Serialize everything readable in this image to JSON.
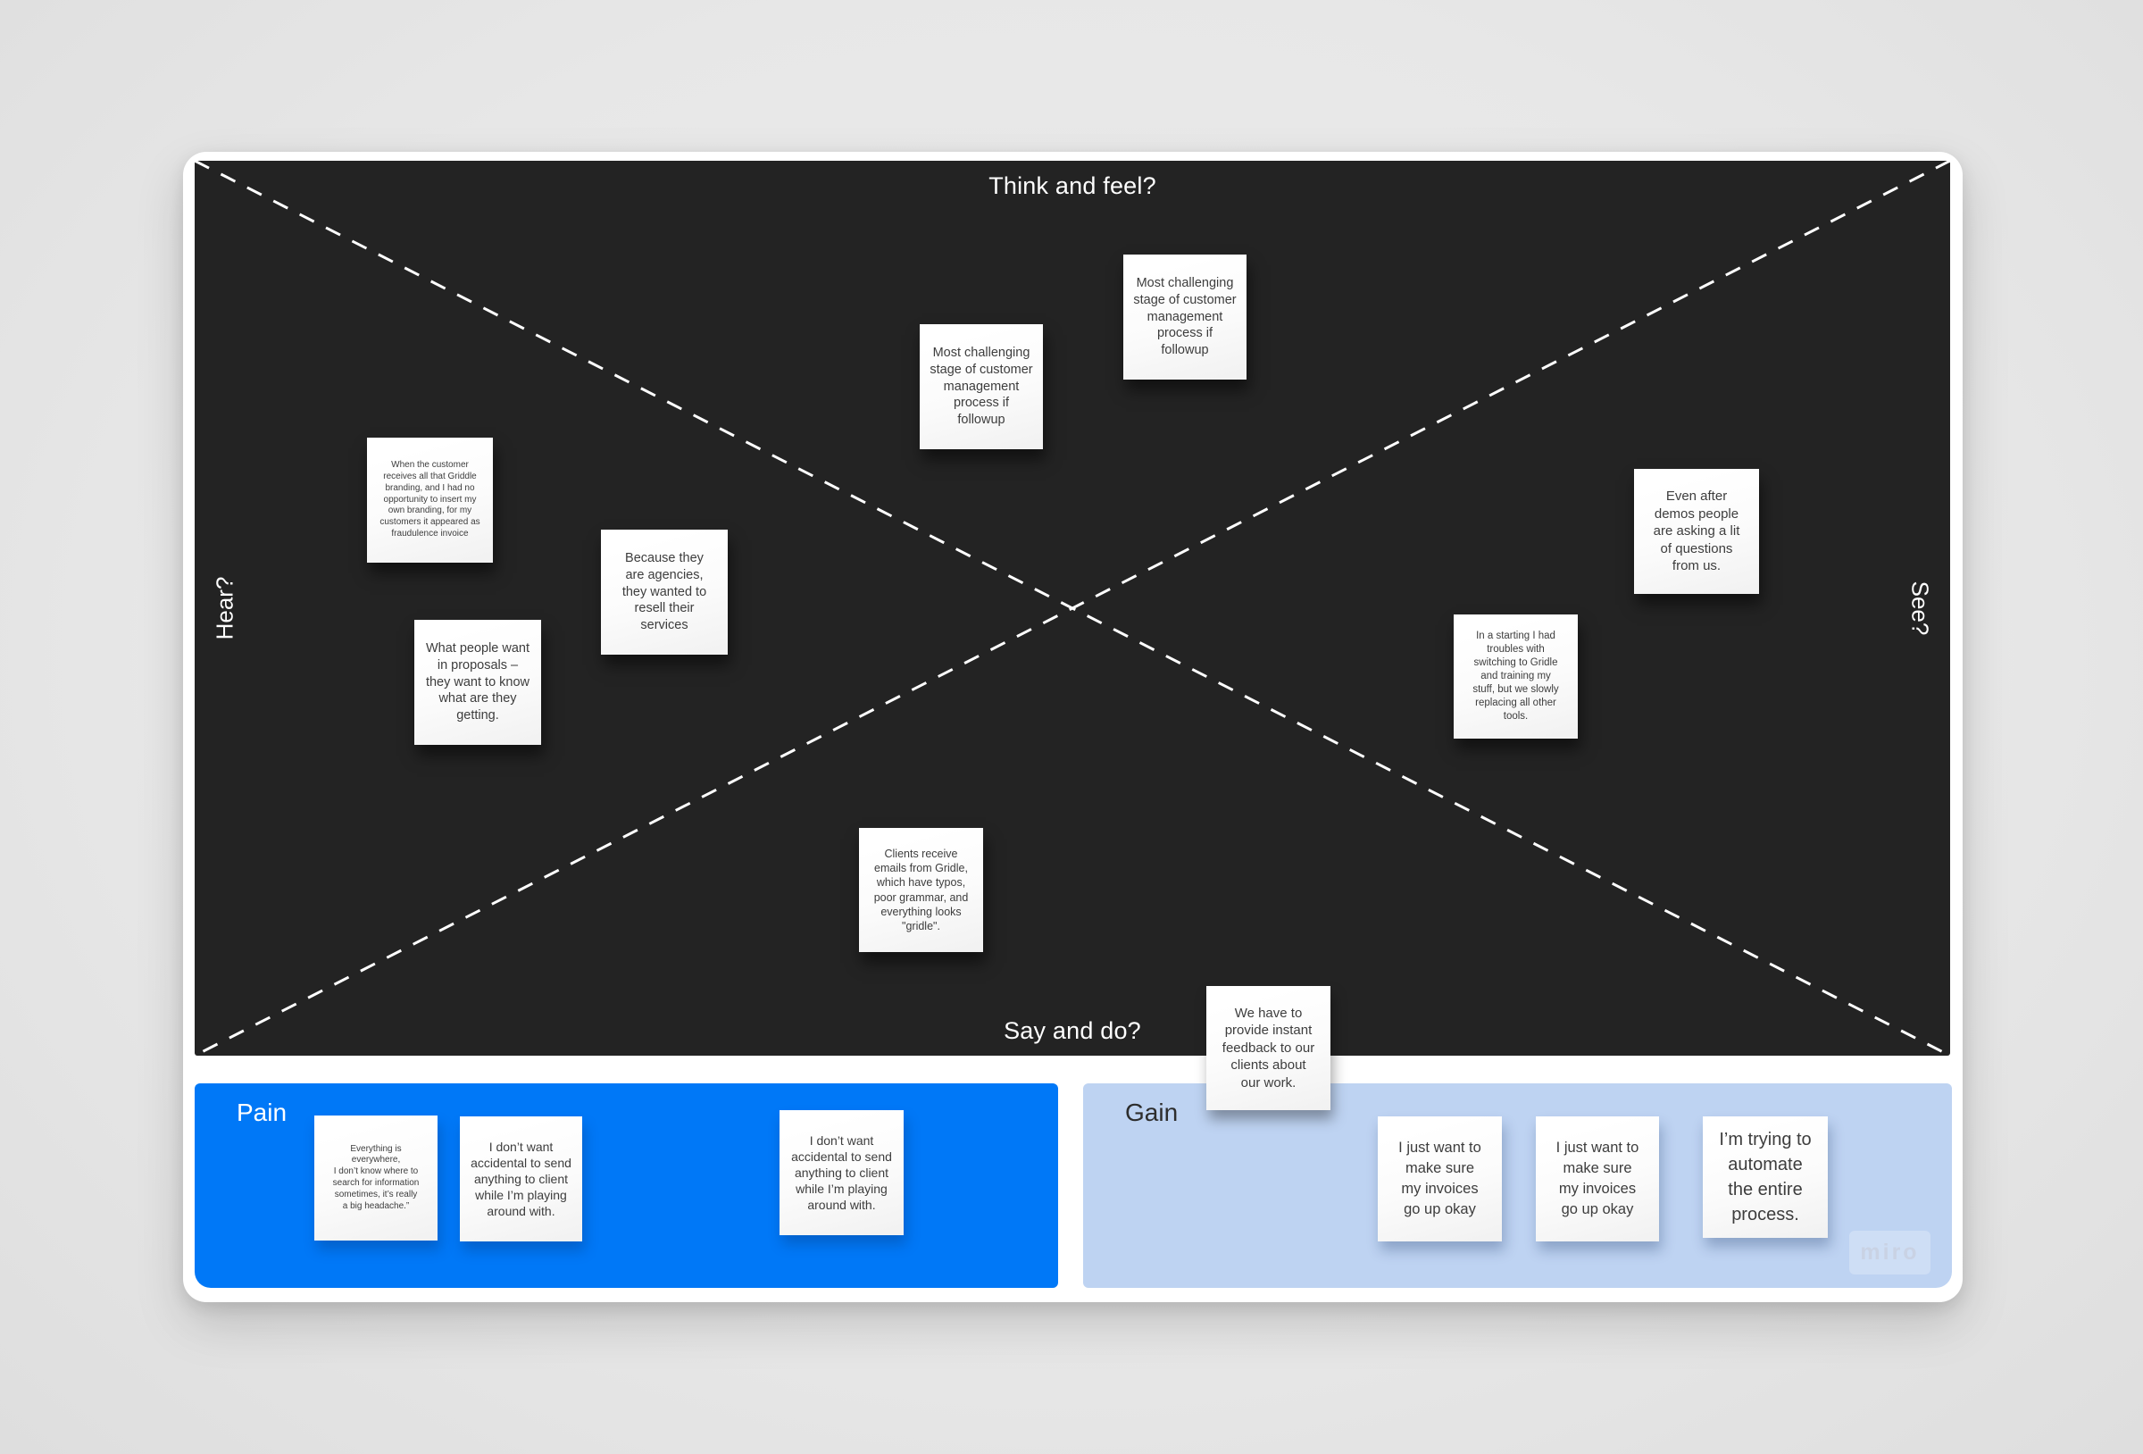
{
  "board": {
    "quadrants": {
      "top_label": "Think and feel?",
      "left_label": "Hear?",
      "right_label": "See?",
      "bottom_label": "Say and do?"
    },
    "canvas_notes": [
      {
        "text": "Most challenging\nstage of customer\nmanagement\nprocess if\nfollowup"
      },
      {
        "text": "Most challenging\nstage of customer\nmanagement\nprocess if\nfollowup"
      },
      {
        "text": "When the customer\nreceives all that Griddle\nbranding, and I had no\nopportunity to insert my\nown branding, for my\ncustomers it appeared as\nfraudulence invoice"
      },
      {
        "text": "Because they\nare agencies,\nthey wanted to\nresell their\nservices"
      },
      {
        "text": "What people want\nin proposals –\nthey want to know\nwhat are they\ngetting."
      },
      {
        "text": "Even after\ndemos people\nare asking a lit\nof questions\nfrom us."
      },
      {
        "text": "In a starting I had\ntroubles with\nswitching to Gridle\nand training my\nstuff, but we slowly\nreplacing all other\ntools."
      },
      {
        "text": "Clients receive\nemails from Gridle,\nwhich have typos,\npoor grammar, and\neverything looks\n\"gridle\"."
      },
      {
        "text": "We have to\nprovide instant\nfeedback to our\nclients about\nour work."
      }
    ],
    "pain": {
      "label": "Pain",
      "notes": [
        {
          "text": "Everything is\neverywhere,\nI don’t know where to\nsearch for information\nsometimes, it’s really\na big headache.”"
        },
        {
          "text": "I don’t want\naccidental to send\nanything to client\nwhile I’m playing\naround with."
        },
        {
          "text": "I don’t want\naccidental to send\nanything to client\nwhile I’m playing\naround with."
        }
      ]
    },
    "gain": {
      "label": "Gain",
      "notes": [
        {
          "text": "I just want to\nmake sure\nmy invoices\ngo up okay"
        },
        {
          "text": "I just want to\nmake sure\nmy invoices\ngo up okay"
        },
        {
          "text": "I’m trying to\nautomate\nthe entire\nprocess."
        }
      ]
    },
    "watermark": "miro",
    "colors": {
      "page_bg": "#e8e8e8",
      "canvas_bg": "#232323",
      "pain_bg": "#0078f7",
      "gain_bg": "#bed3f2",
      "note_bg": "#fdfdfd",
      "dashed_line": "#ffffff"
    }
  }
}
